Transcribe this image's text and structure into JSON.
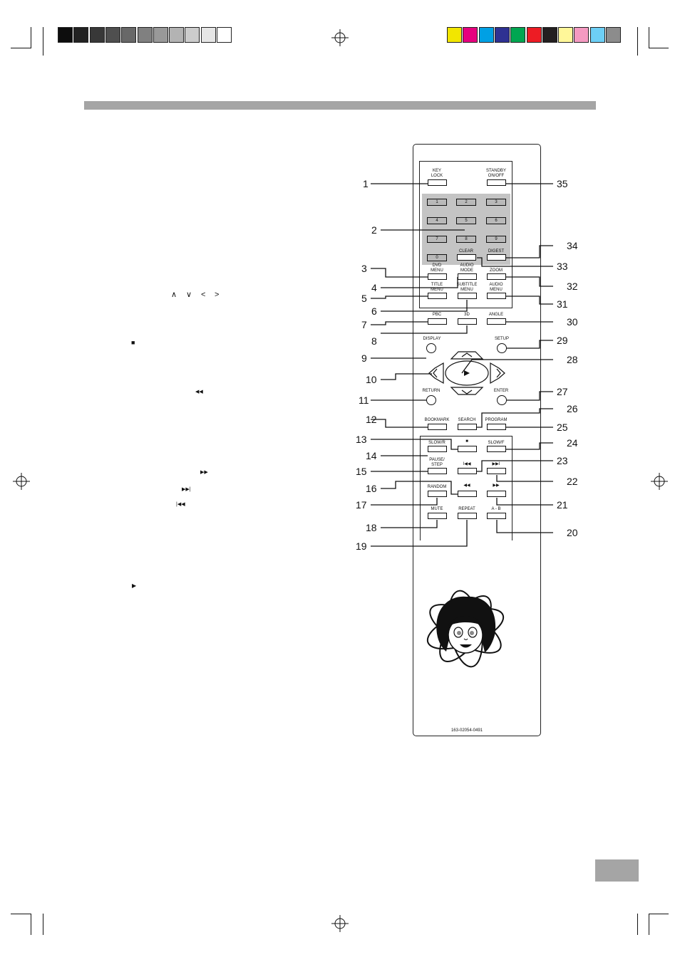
{
  "colors": {
    "header_bar": "#a5a5a5",
    "page_box": "#a5a5a5",
    "numpad_bg": "#c4c4c4",
    "gray_swatches": [
      "#0d0d0d",
      "#222222",
      "#383838",
      "#4f4f4f",
      "#686868",
      "#808080",
      "#999999",
      "#b3b3b3",
      "#cccccc",
      "#e6e6e6",
      "#ffffff"
    ],
    "color_swatches": [
      "#f2e600",
      "#e6007e",
      "#00a0e4",
      "#2e3192",
      "#00a651",
      "#ed1c24",
      "#231f20",
      "#fff799",
      "#f49ac1",
      "#6dcff6",
      "#8c8c8c"
    ]
  },
  "left_symbols": [
    "∧",
    "∨",
    "<",
    ">",
    "■",
    "◀◀",
    "▶▶",
    "▶▶|",
    "|◀◀",
    "▶"
  ],
  "remote": {
    "key_lock": "KEY\nLOCK",
    "standby": "STANDBY\nON/OFF",
    "numpad": [
      "1",
      "2",
      "3",
      "4",
      "5",
      "6",
      "7",
      "8",
      "9",
      "0"
    ],
    "clear": "CLEAR",
    "digest": "DIGEST",
    "dvd_menu": "DVD\nMENU",
    "audio_mode": "AUDIO\nMODE",
    "zoom": "ZOOM",
    "title_menu": "TITLE\nMENU",
    "subtitle_menu": "SUBTITLE\nMENU",
    "audio_menu": "AUDIO\nMENU",
    "pbc": "PBC",
    "three_d": "3D",
    "angle": "ANGLE",
    "display": "DISPLAY",
    "setup": "SETUP",
    "return": "RETURN",
    "enter": "ENTER",
    "bookmark": "BOOKMARK",
    "search": "SEARCH",
    "program": "PROGRAM",
    "stop": "■",
    "slow_r": "SLOW/R",
    "slow_f": "SLOW/F",
    "pause_step": "PAUSE/\nSTEP",
    "prev": "I◀◀",
    "next": "▶▶I",
    "random": "RANDOM",
    "rew": "◀◀",
    "ffw": "▶▶",
    "mute": "MUTE",
    "repeat": "REPEAT",
    "ab": "A - B",
    "model_number": "163-02054-0491"
  },
  "callouts": [
    "1",
    "2",
    "3",
    "4",
    "5",
    "6",
    "7",
    "8",
    "9",
    "10",
    "11",
    "12",
    "13",
    "14",
    "15",
    "16",
    "17",
    "18",
    "19",
    "20",
    "21",
    "22",
    "23",
    "24",
    "25",
    "26",
    "27",
    "28",
    "29",
    "30",
    "31",
    "32",
    "33",
    "34",
    "35"
  ]
}
